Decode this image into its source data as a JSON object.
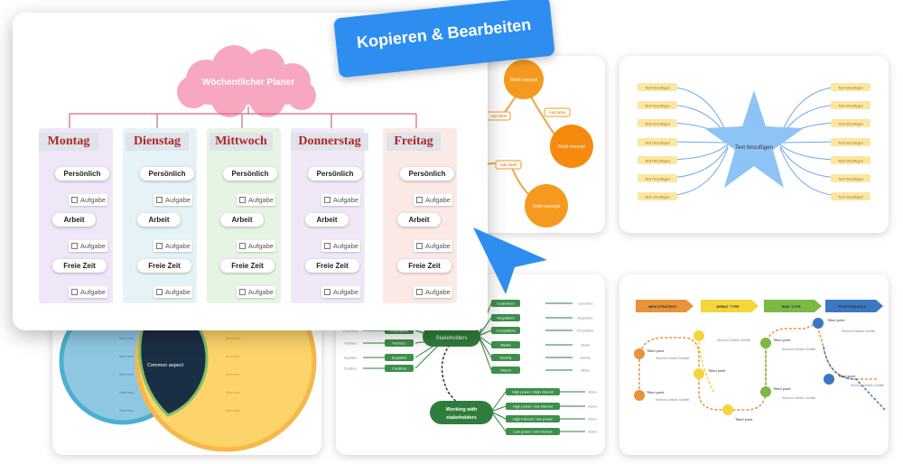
{
  "badge": {
    "label": "Kopieren & Bearbeiten"
  },
  "planner": {
    "title": "Wöchentlicher Planer",
    "days": [
      "Montag",
      "Dienstag",
      "Mittwoch",
      "Donnerstag",
      "Freitag"
    ],
    "groups": [
      "Persönlich",
      "Arbeit",
      "Freie Zeit"
    ],
    "task": "Aufgabe"
  },
  "concept_map": {
    "concept": "Field concept",
    "label": "Add label"
  },
  "star_map": {
    "center": "Text hinzufügen",
    "item": "Text hinzufügen"
  },
  "venn": {
    "center": "Common aspect",
    "item": "Item text"
  },
  "stakeholder_map": {
    "center": "Stakeholders",
    "hub": "Working with stakeholders",
    "left_nodes": [
      "Employees",
      "Partners",
      "Suppliers",
      "Creditors"
    ],
    "left_small": [
      "Employees",
      "Partners",
      "Suppliers",
      "Creditors"
    ],
    "right_nodes": [
      "Customers",
      "Regulators",
      "Competitors",
      "Media",
      "Society",
      "Others"
    ],
    "right_small": [
      "Customers",
      "Regulators",
      "Competitors",
      "Media",
      "Society",
      "Others"
    ],
    "power_nodes": [
      "High power / High interest",
      "High power / low interest",
      "High interest / low power",
      "Low power / low interest"
    ],
    "power_small": "Action"
  },
  "roadmap": {
    "phases": [
      "NEW STRATEGY",
      "DEBUT TYPE",
      "RISK TYPE",
      "PERFORMANCE"
    ],
    "milestone": "Titled point",
    "detail": "Workout Details Subtitle"
  },
  "colors": {
    "accent": "#2d8ef0",
    "orange": "#f59a1e",
    "star": "#8ec3f5",
    "venn_left": "#8fc7e3",
    "venn_right": "#fdd46a",
    "venn_mid": "#1b2f44",
    "stake_green": "#2f7d3c"
  }
}
